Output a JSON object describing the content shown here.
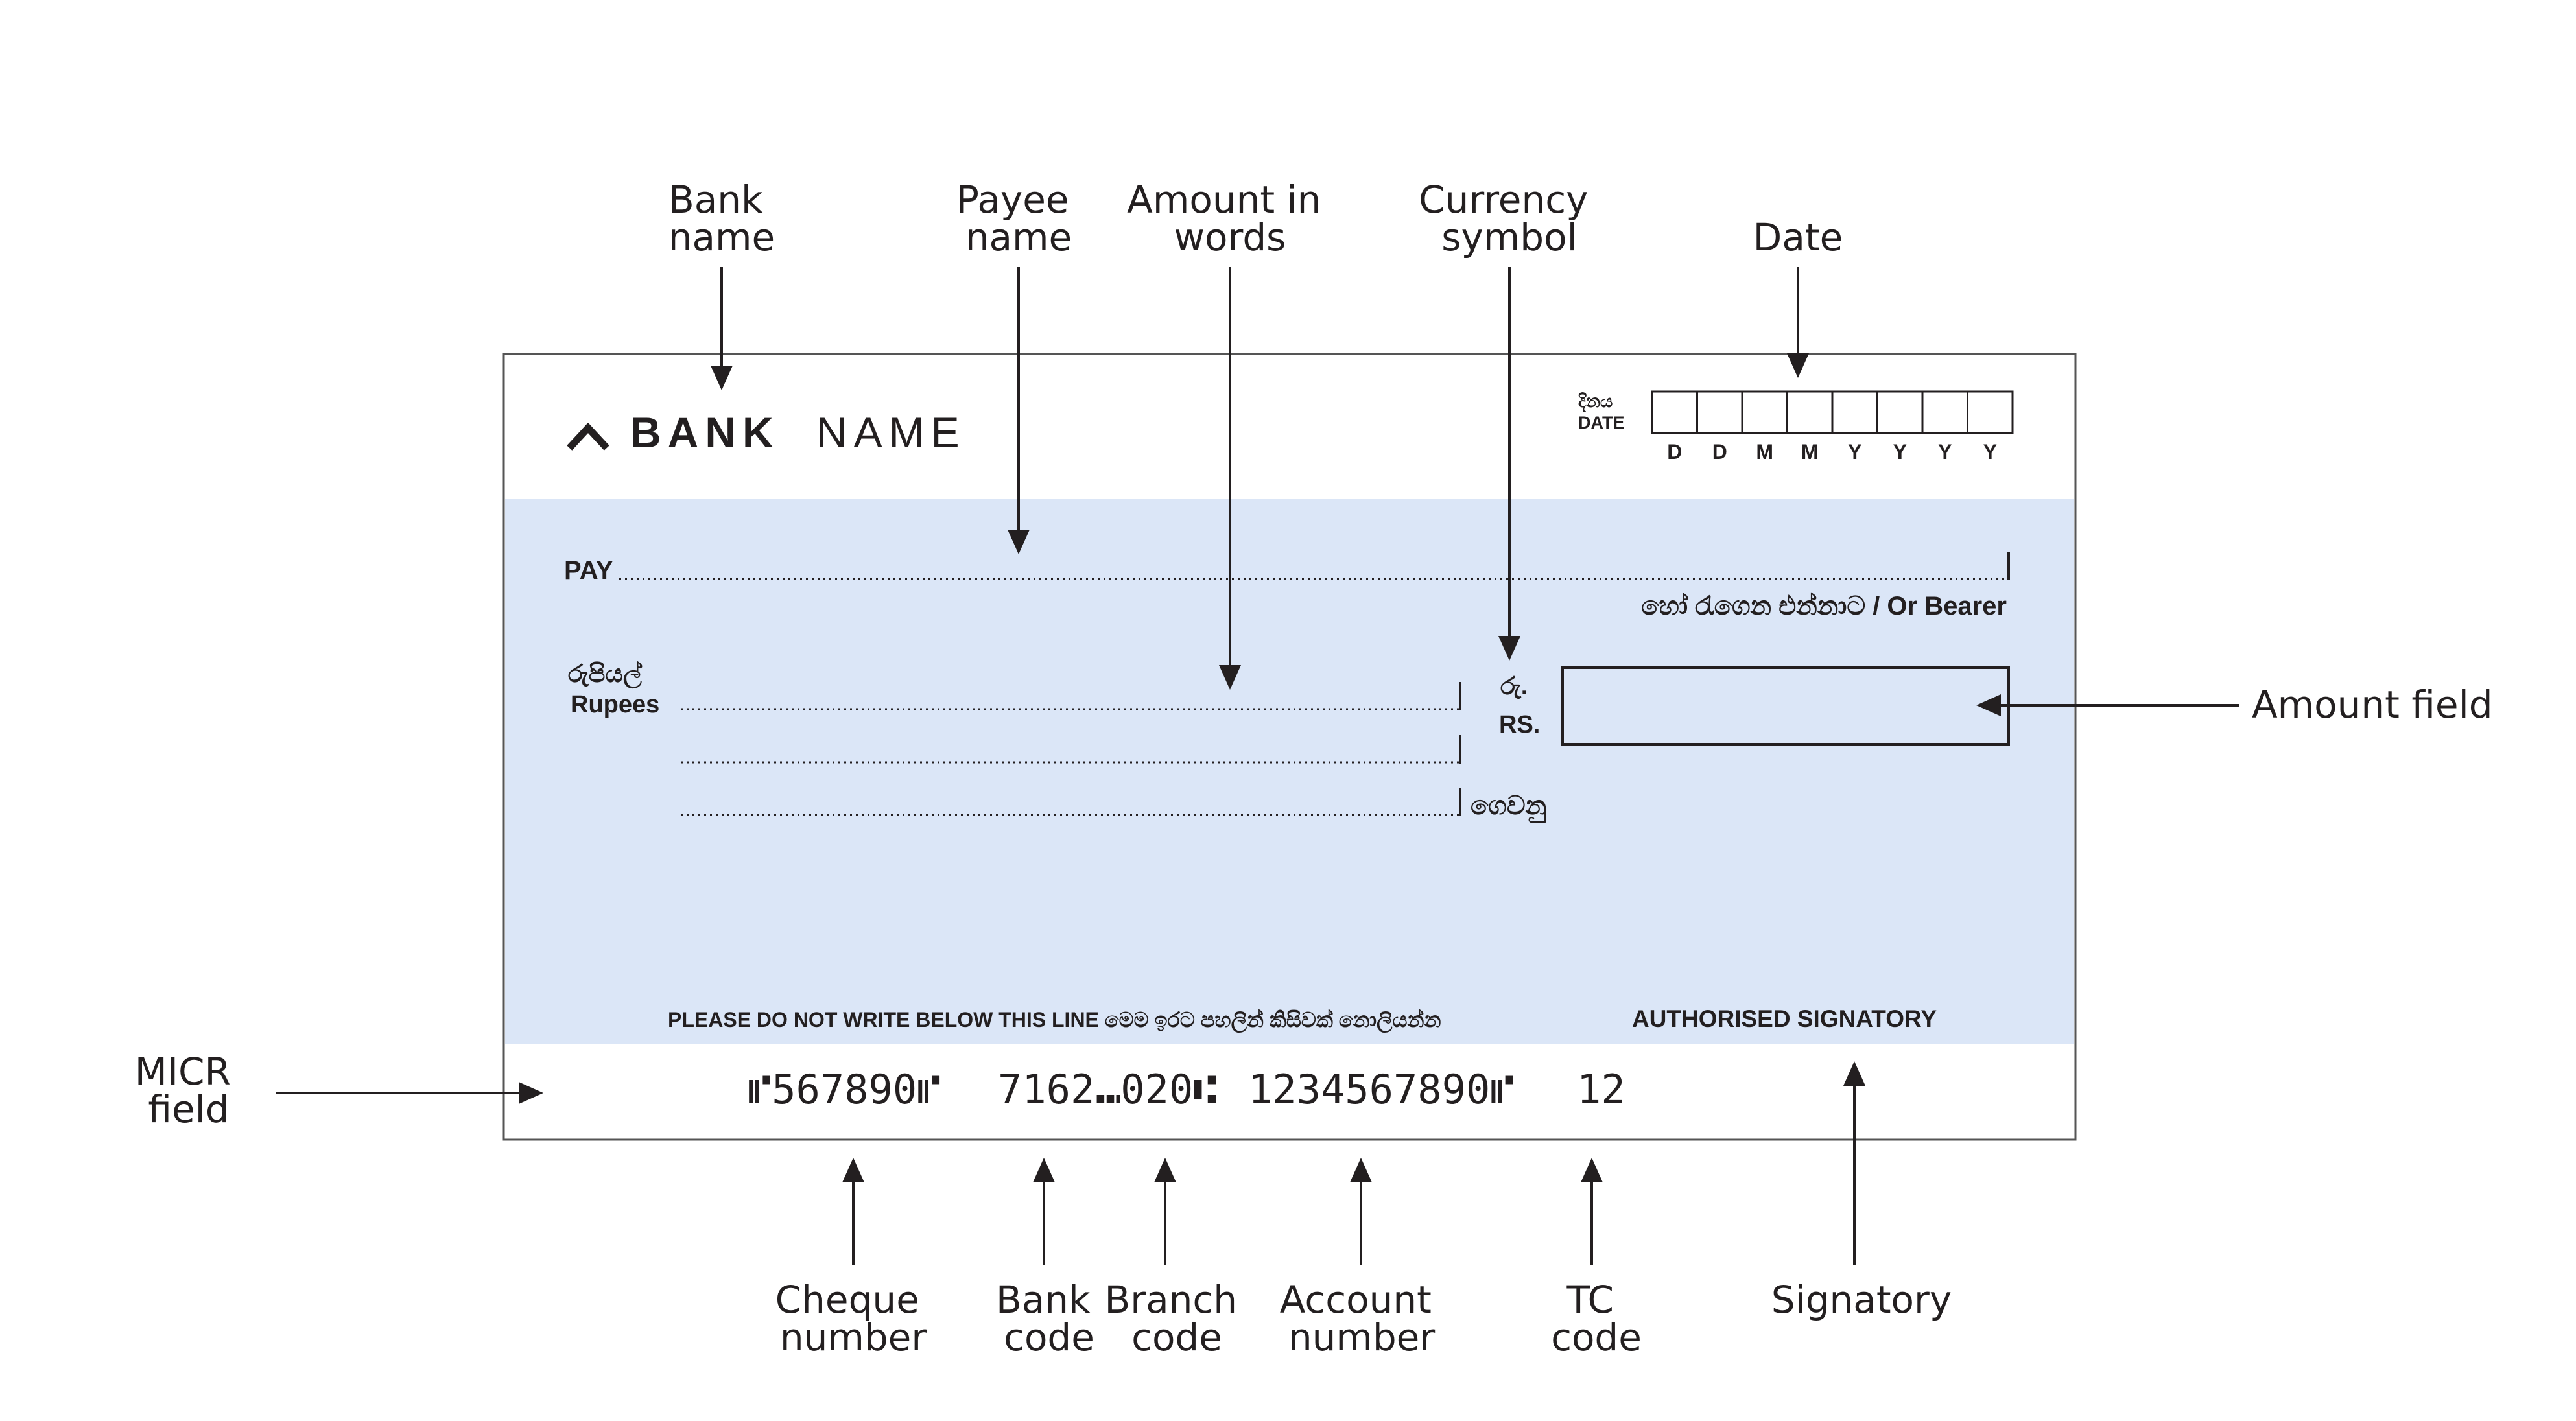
{
  "colors": {
    "ink": "#231f20",
    "cheque_body": "#dbe6f7",
    "cheque_border": "#555555",
    "background": "#ffffff"
  },
  "cheque": {
    "bank_logo_icon": "chevron-up-icon",
    "bank_name_bold": "BANK",
    "bank_name_regular": "NAME",
    "date_label_sinhala": "දිනය",
    "date_label_english": "DATE",
    "date_format": [
      "D",
      "D",
      "M",
      "M",
      "Y",
      "Y",
      "Y",
      "Y"
    ],
    "pay_label": "PAY",
    "bearer_text": "හෝ රැගෙන එන්නාට / Or Bearer",
    "rupees_sinhala": "රුපියල්",
    "rupees_english": "Rupees",
    "currency_sinhala": "රු.",
    "currency_english": "RS.",
    "gewanu": "ගෙවනු",
    "footer_notice": "PLEASE DO NOT WRITE BELOW THIS LINE මෙම ඉරට පහලින් කිසිවක් නොලියන්න",
    "signatory_label": "AUTHORISED SIGNATORY",
    "micr": {
      "cheque_number": "⑈567890⑈",
      "bank_code": "7162",
      "branch_code": "⑉020⑆",
      "account_number": "1234567890⑈",
      "tc_code": "12"
    }
  },
  "annotations": {
    "bank_name": [
      "Bank",
      "name"
    ],
    "payee_name": [
      "Payee",
      "name"
    ],
    "amount_in_words": [
      "Amount in",
      "words"
    ],
    "currency_symbol": [
      "Currency",
      "symbol"
    ],
    "date": [
      "Date"
    ],
    "amount_field": [
      "Amount field"
    ],
    "micr_field": [
      "MICR",
      "field"
    ],
    "cheque_number": [
      "Cheque",
      "number"
    ],
    "bank_code": [
      "Bank",
      "code"
    ],
    "branch_code": [
      "Branch",
      "code"
    ],
    "account_number": [
      "Account",
      "number"
    ],
    "tc_code": [
      "TC",
      "code"
    ],
    "signatory": [
      "Signatory"
    ]
  }
}
